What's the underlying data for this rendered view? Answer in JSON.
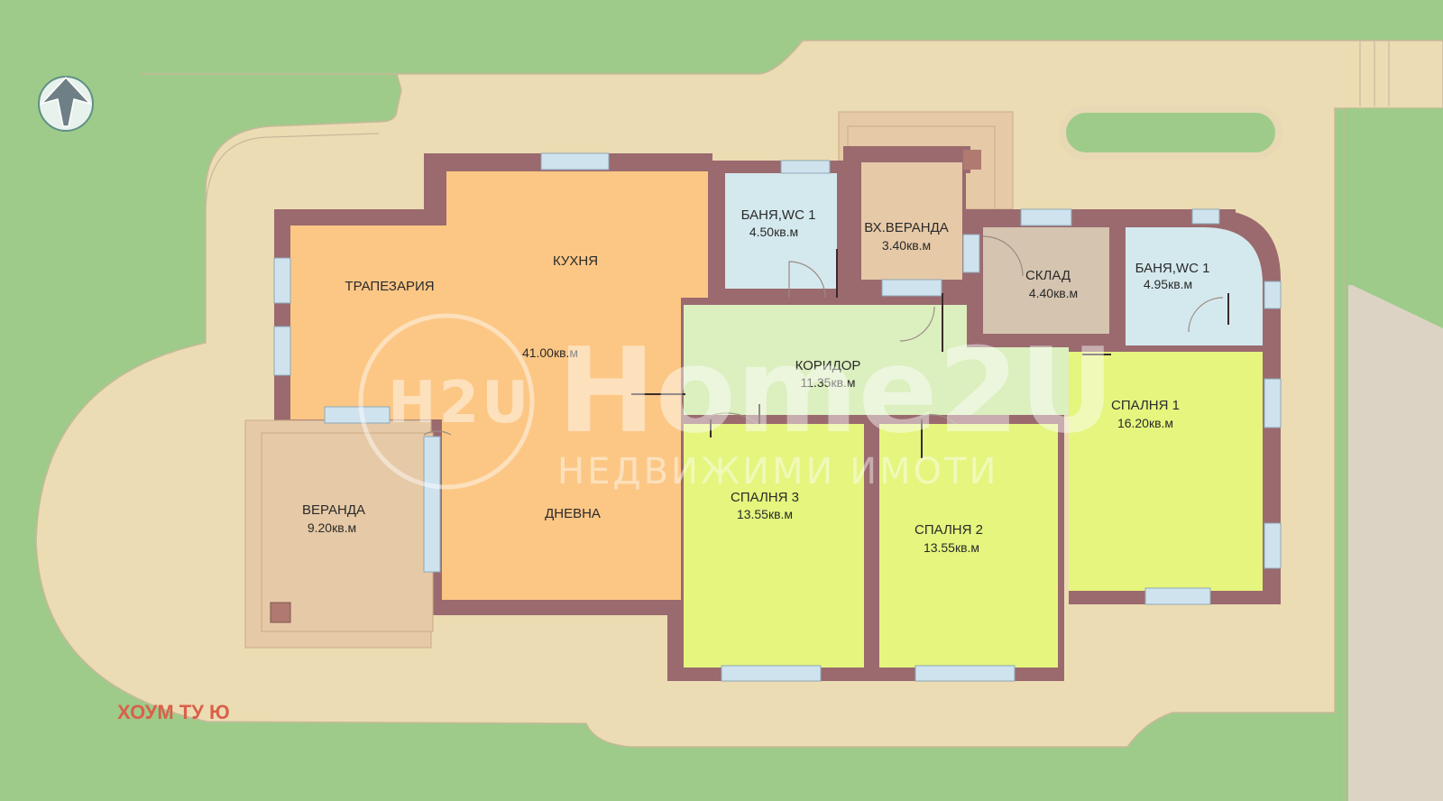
{
  "colors": {
    "lawn": "#9ecb8a",
    "pavement": "#ecdcb3",
    "wall": "#9a6a6e",
    "window": "#cfe3ef",
    "living": "#fcc785",
    "bath": "#d4e9ee",
    "veranda": "#e6c9a6",
    "storage": "#d5c4b0",
    "corridor": "#dcefbf",
    "bedroom": "#e5f57e",
    "brand": "#d9604a"
  },
  "rooms": [
    {
      "id": "dining",
      "label": "ТРАПЕЗАРИЯ",
      "area": ""
    },
    {
      "id": "kitchen",
      "label": "КУХНЯ",
      "area": "41.00кв.м"
    },
    {
      "id": "living",
      "label": "ДНЕВНА",
      "area": ""
    },
    {
      "id": "bath1",
      "label": "БАНЯ,WC 1",
      "area": "4.50кв.м"
    },
    {
      "id": "entrance-veranda",
      "label": "ВХ.ВЕРАНДА",
      "area": "3.40кв.м"
    },
    {
      "id": "storage",
      "label": "СКЛАД",
      "area": "4.40кв.м"
    },
    {
      "id": "bath2",
      "label": "БАНЯ,WC 1",
      "area": "4.95кв.м"
    },
    {
      "id": "corridor",
      "label": "КОРИДОР",
      "area": "11.35кв.м"
    },
    {
      "id": "bedroom1",
      "label": "СПАЛНЯ 1",
      "area": "16.20кв.м"
    },
    {
      "id": "bedroom2",
      "label": "СПАЛНЯ 2",
      "area": "13.55кв.м"
    },
    {
      "id": "bedroom3",
      "label": "СПАЛНЯ 3",
      "area": "13.55кв.м"
    },
    {
      "id": "veranda",
      "label": "ВЕРАНДА",
      "area": "9.20кв.м"
    }
  ],
  "watermark": {
    "logo": "H2U",
    "title": "Home2U",
    "subtitle": "НЕДВИЖИМИ ИМОТИ"
  },
  "brand_text": "ХОУМ ТУ Ю",
  "icons": {
    "compass": "north-arrow-icon"
  }
}
